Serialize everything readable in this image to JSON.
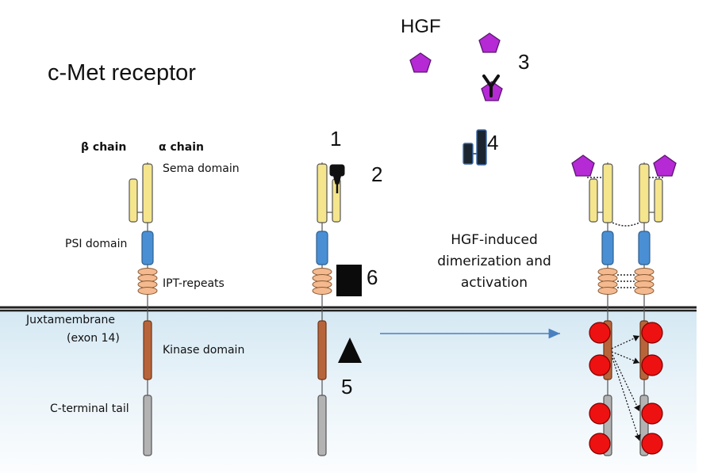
{
  "title": "c-Met receptor",
  "ligand_label": "HGF",
  "chains": {
    "beta": "β chain",
    "alpha": "α chain"
  },
  "domains": {
    "sema": "Sema domain",
    "psi": "PSI domain",
    "ipt": "IPT-repeats",
    "juxtamembrane_line1": "Juxtamembrane",
    "juxtamembrane_line2": "(exon 14)",
    "kinase": "Kinase domain",
    "c_terminal": "C-terminal tail"
  },
  "markers": {
    "m1": "1",
    "m2": "2",
    "m3": "3",
    "m4": "4",
    "m5": "5",
    "m6": "6"
  },
  "dimerization": [
    "HGF-induced",
    "dimerization and",
    "activation"
  ],
  "colors": {
    "sema": "#f5e58c",
    "psi": "#4a8fd4",
    "ipt": "#f4b98e",
    "kinase": "#b8643a",
    "tail": "#b3b3b3",
    "hgf": "#b52ad4",
    "phospho": "#ee1111",
    "arrow": "#4a7fc0",
    "membrane": "#222222"
  }
}
